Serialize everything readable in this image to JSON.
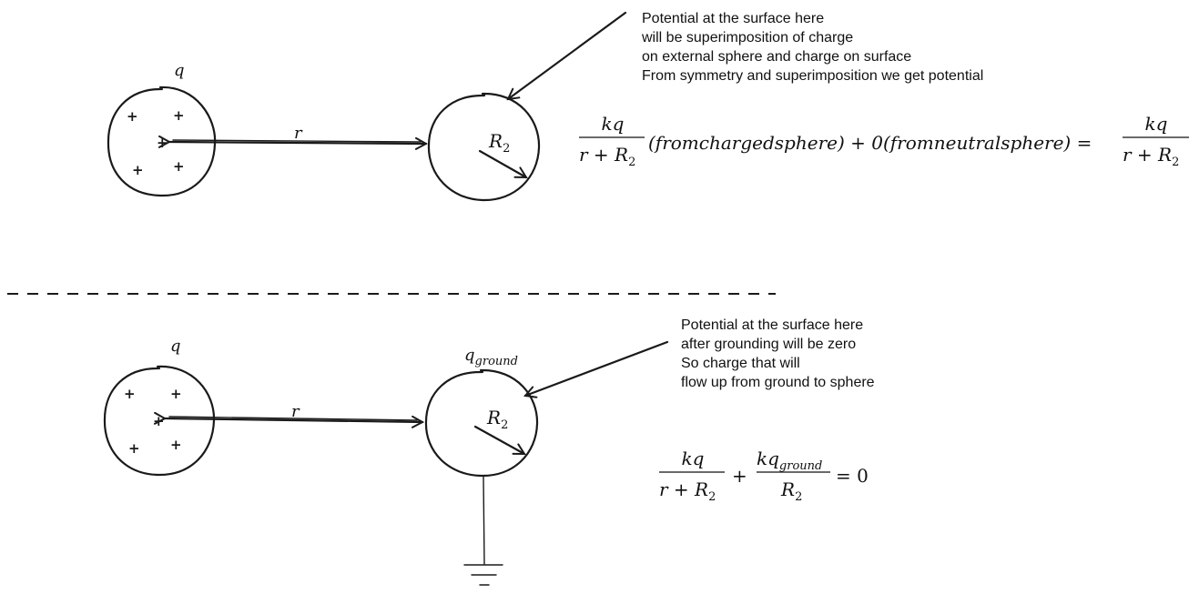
{
  "top": {
    "charge_label": "q",
    "distance_label": "r",
    "radius_label": "R",
    "radius_sub": "2",
    "note_lines": [
      "Potential at the surface here",
      "will be superimposition of charge",
      "on external sphere and charge on surface",
      "From symmetry and superimposition we get potential"
    ],
    "eq": {
      "frac1_num": "kq",
      "frac1_den": "r + R",
      "frac1_den_sub": "2",
      "middle": "(fromchargedsphere) + 0(fromneutralsphere) =",
      "frac2_num": "kq",
      "frac2_den": "r + R",
      "frac2_den_sub": "2"
    }
  },
  "bottom": {
    "charge_label": "q",
    "distance_label": "r",
    "radius_label": "R",
    "radius_sub": "2",
    "ground_charge_label": "q",
    "ground_charge_sub": "ground",
    "note_lines": [
      "Potential at the surface here",
      "after grounding will be zero",
      "So charge that will",
      "flow up from ground to sphere"
    ],
    "eq": {
      "frac1_num": "kq",
      "frac1_den": "r + R",
      "frac1_den_sub": "2",
      "plus": "+",
      "frac2_num": "kq",
      "frac2_num_sub": "ground",
      "frac2_den": "R",
      "frac2_den_sub": "2",
      "rhs": "= 0"
    }
  },
  "plus_sign": "+"
}
